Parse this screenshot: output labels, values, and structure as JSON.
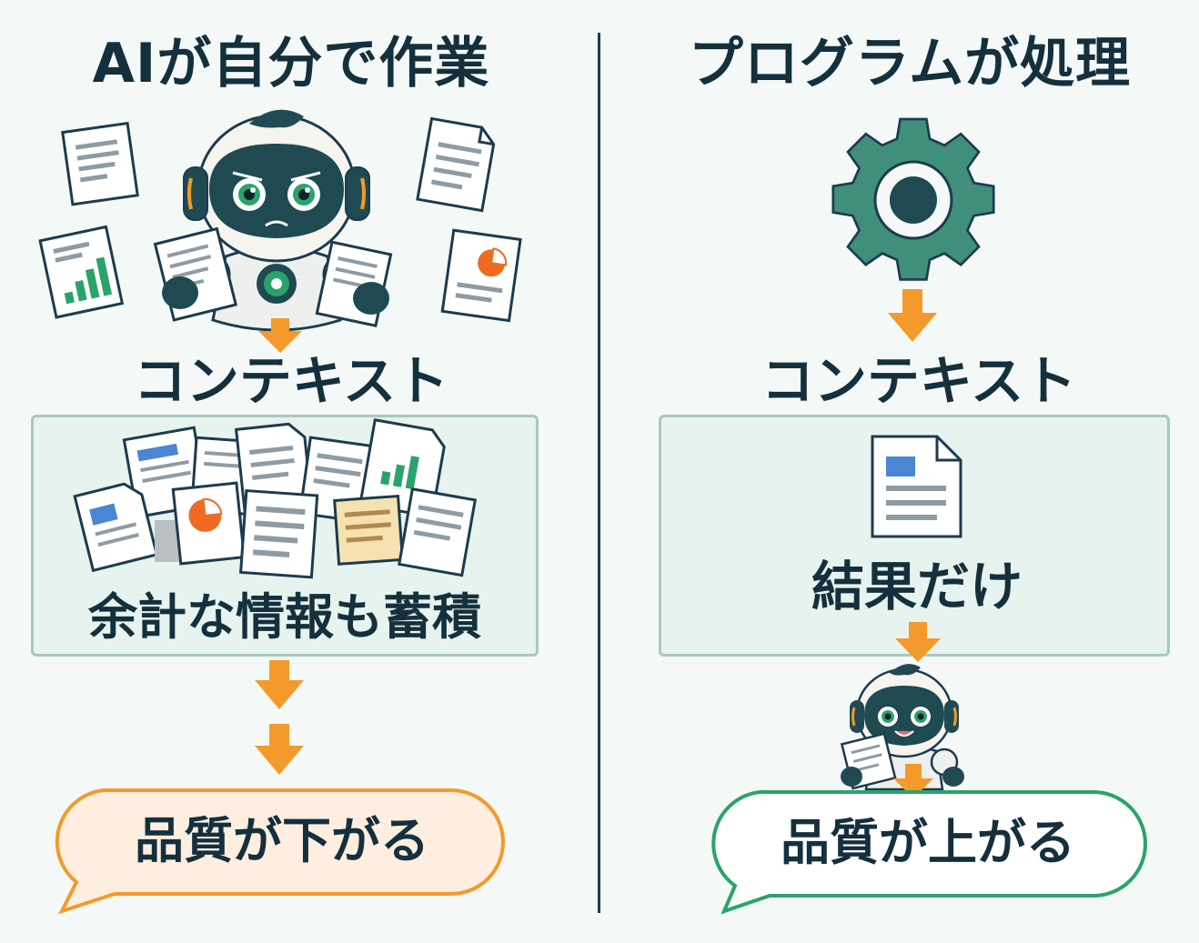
{
  "left": {
    "title": "AIが自分で作業",
    "context_label": "コンテキスト",
    "panel_caption": "余計な情報も蓄積",
    "result": "品質が下がる"
  },
  "right": {
    "title": "プログラムが処理",
    "context_label": "コンテキスト",
    "panel_caption": "結果だけ",
    "result": "品質が上がる"
  },
  "colors": {
    "text": "#15303d",
    "arrow": "#f39a2b",
    "bad_bubble_border": "#f39a2b",
    "bad_bubble_fill": "#fdeee0",
    "good_bubble_border": "#2aa36b",
    "good_bubble_fill": "#ffffff",
    "gear": "#3f8f7a",
    "robot_head": "#1f4a52",
    "panel_fill": "#e7f3ee",
    "panel_border": "#a9c9bf"
  },
  "icons": [
    "robot-icon",
    "document-icon",
    "bar-chart-document-icon",
    "pie-chart-document-icon",
    "gear-icon",
    "arrow-down-icon",
    "speech-bubble"
  ]
}
